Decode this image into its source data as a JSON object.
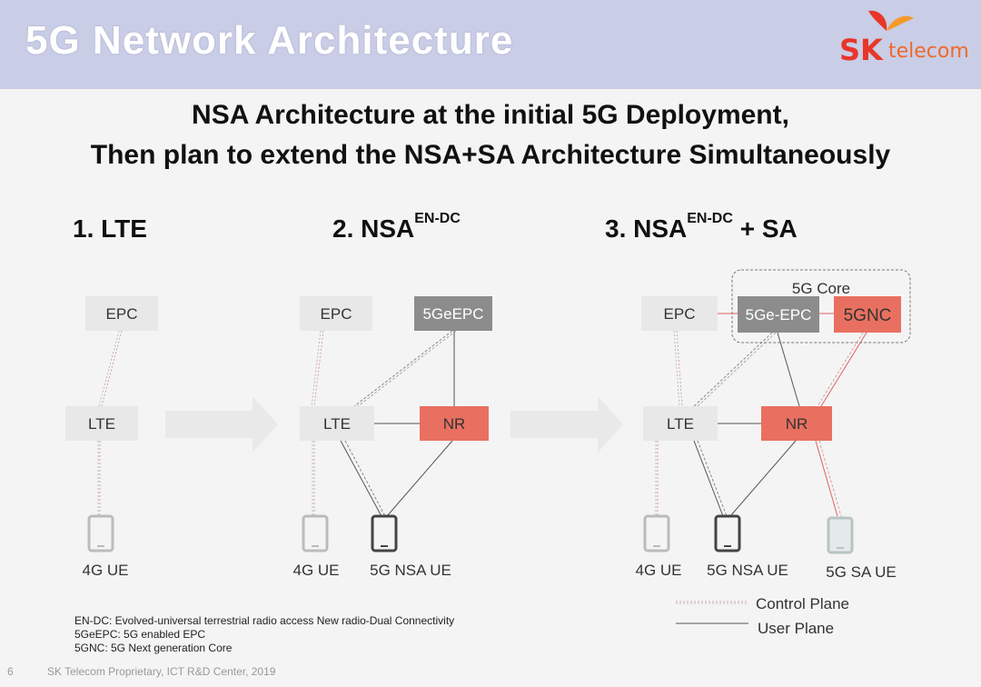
{
  "header": {
    "title": "5G Network Architecture",
    "logo": {
      "sk": "SK",
      "telecom": "telecom"
    }
  },
  "subtitle": {
    "line1": "NSA Architecture at the initial 5G Deployment,",
    "line2": "Then plan to extend the NSA+SA Architecture Simultaneously"
  },
  "sections": {
    "lte": {
      "title": "1. LTE"
    },
    "nsa": {
      "title_main": "2. NSA",
      "title_sup": "EN-DC"
    },
    "nsa_sa": {
      "title_main": "3. NSA",
      "title_sup": "EN-DC",
      "title_tail": " + SA"
    }
  },
  "nodes": {
    "epc": "EPC",
    "lte": "LTE",
    "nr": "NR",
    "fivege_epc": "5GeEPC",
    "fivege_epc_core": "5Ge-EPC",
    "fivegnc": "5GNC",
    "core_group": "5G Core",
    "ue_4g": "4G UE",
    "ue_5g_nsa": "5G NSA UE",
    "ue_5g_sa": "5G SA UE"
  },
  "legend": {
    "control": "Control Plane",
    "user": "User Plane"
  },
  "notes": [
    "EN-DC: Evolved-universal terrestrial radio access New radio-Dual Connectivity",
    "5GeEPC: 5G enabled EPC",
    "5GNC: 5G Next generation Core"
  ],
  "footer": {
    "page": "6",
    "text": "SK Telecom Proprietary, ICT R&D Center, 2019"
  },
  "colors": {
    "header_bg": "#c9cde6",
    "nr": "#e97060",
    "core_gray": "#8c8c8c",
    "node_gray": "#e6e6e6"
  }
}
